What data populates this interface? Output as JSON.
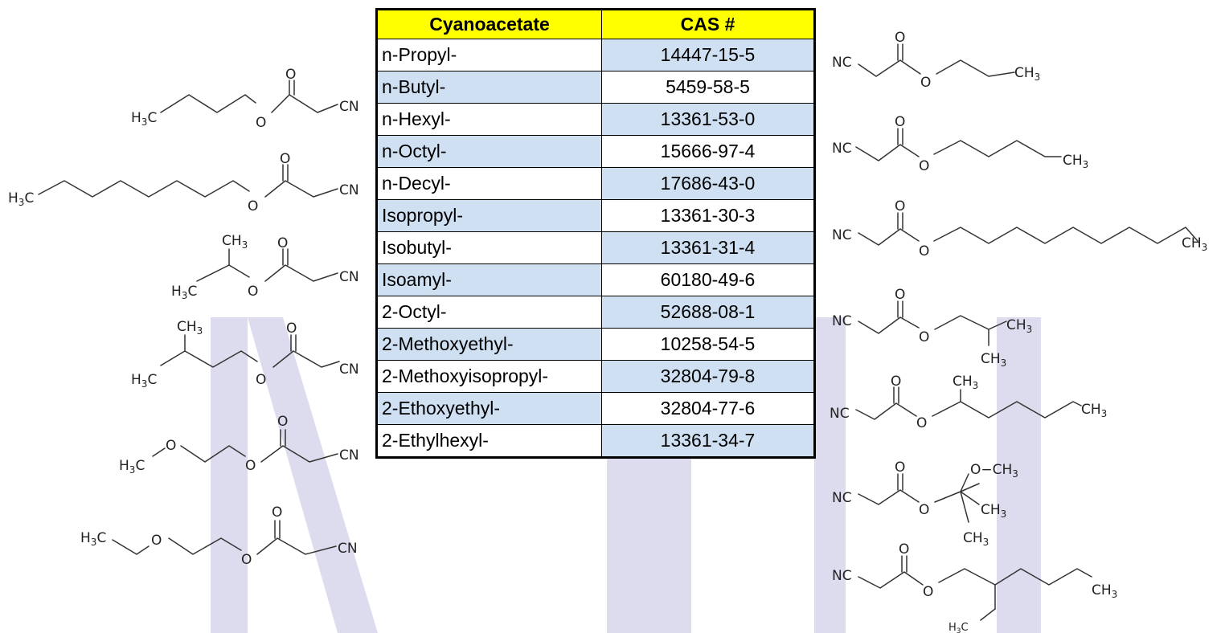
{
  "table": {
    "headers": [
      "Cyanoacetate",
      "CAS #"
    ],
    "rows": [
      {
        "name": "n-Propyl-",
        "cas": "14447-15-5"
      },
      {
        "name": "n-Butyl-",
        "cas": "5459-58-5"
      },
      {
        "name": "n-Hexyl-",
        "cas": "13361-53-0"
      },
      {
        "name": "n-Octyl-",
        "cas": "15666-97-4"
      },
      {
        "name": "n-Decyl-",
        "cas": "17686-43-0"
      },
      {
        "name": "Isopropyl-",
        "cas": "13361-30-3"
      },
      {
        "name": "Isobutyl-",
        "cas": "13361-31-4"
      },
      {
        "name": "Isoamyl-",
        "cas": "60180-49-6"
      },
      {
        "name": "2-Octyl-",
        "cas": "52688-08-1"
      },
      {
        "name": "2-Methoxyethyl-",
        "cas": "10258-54-5"
      },
      {
        "name": "2-Methoxyisopropyl-",
        "cas": "32804-79-8"
      },
      {
        "name": "2-Ethoxyethyl-",
        "cas": "32804-77-6"
      },
      {
        "name": "2-Ethylhexyl-",
        "cas": "13361-34-7"
      }
    ]
  },
  "atoms": {
    "cn": "CN",
    "nc": "NC",
    "o": "O",
    "o_ch3": "O−CH",
    "ch": "CH",
    "hc": "H",
    "c": "C",
    "three": "3"
  },
  "colors": {
    "header_bg": "#ffff00",
    "alt_row_bg": "#cfe0f3",
    "watermark": "#dcdcee"
  }
}
